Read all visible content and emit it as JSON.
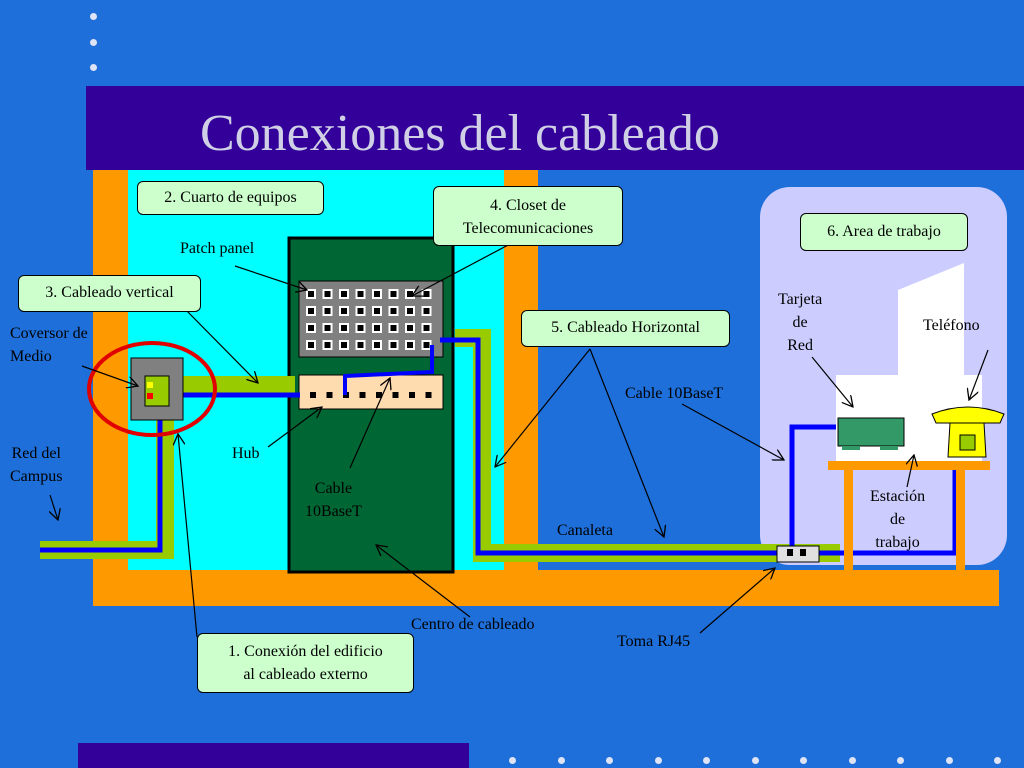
{
  "title": "Conexiones del cableado",
  "callouts": {
    "cuarto_equipos": "2. Cuarto de equipos",
    "closet_line1": "4. Closet de",
    "closet_line2": "Telecomunicaciones",
    "area_trabajo": "6. Area de trabajo",
    "cableado_vertical": "3. Cableado vertical",
    "cableado_horizontal": "5. Cableado Horizontal",
    "conexion_line1": "1. Conexión del edificio",
    "conexion_line2": "al cableado externo"
  },
  "labels": {
    "patch_panel": "Patch panel",
    "coversor_line1": "Coversor de",
    "coversor_line2": "Medio",
    "red_campus_line1": "Red del",
    "red_campus_line2": "Campus",
    "hub": "Hub",
    "cable_mid_line1": "Cable",
    "cable_mid_line2": "10BaseT",
    "tarjeta_line1": "Tarjeta",
    "tarjeta_line2": "de",
    "tarjeta_line3": "Red",
    "telefono": "Teléfono",
    "cable_right": "Cable 10BaseT",
    "estacion_line1": "Estación",
    "estacion_line2": "de",
    "estacion_line3": "trabajo",
    "canaleta": "Canaleta",
    "centro_cableado": "Centro de cableado",
    "toma_rj45": "Toma RJ45"
  },
  "colors": {
    "background": "#1e6fd9",
    "title_bar": "#330099",
    "orange": "#ff9900",
    "cyan": "#00ffff",
    "rack_green": "#006633",
    "cable_green": "#99cc00",
    "cable_blue": "#0000ff",
    "work_area": "#ccccff",
    "callout_fill": "#ccffcc",
    "highlight_red": "#e00000"
  }
}
